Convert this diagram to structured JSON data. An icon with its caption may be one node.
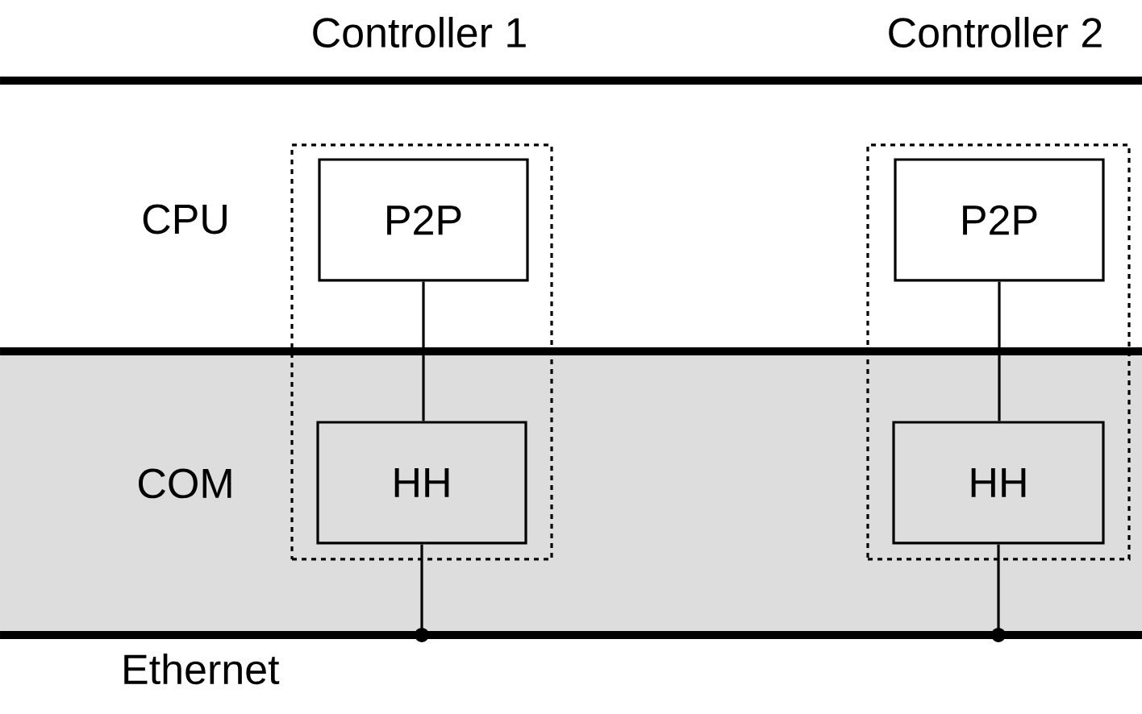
{
  "diagram": {
    "nodes": [
      {
        "text": [],
        "shape": "box"
      },
      {
        "text": [
          "P2P"
        ],
        "in": 0
      },
      {
        "text": [
          "HH"
        ],
        "in": 0
      },
      {
        "text": [],
        "shape": "box"
      },
      {
        "text": [
          "P2P"
        ],
        "in": 3
      },
      {
        "text": [
          "HH"
        ],
        "in": 3
      },
      {
        "text": [
          "Ethernet"
        ]
      }
    ],
    "edges": [
      {
        "from": 1,
        "to": 2,
        "arrow": "none"
      },
      {
        "from": 2,
        "to": 6,
        "arrow": "other"
      },
      {
        "from": 4,
        "to": 5,
        "arrow": "none"
      },
      {
        "from": 5,
        "to": 6,
        "arrow": "other"
      }
    ],
    "labels": [
      "Controller 1",
      "Controller 2",
      "CPU",
      "COM"
    ]
  }
}
